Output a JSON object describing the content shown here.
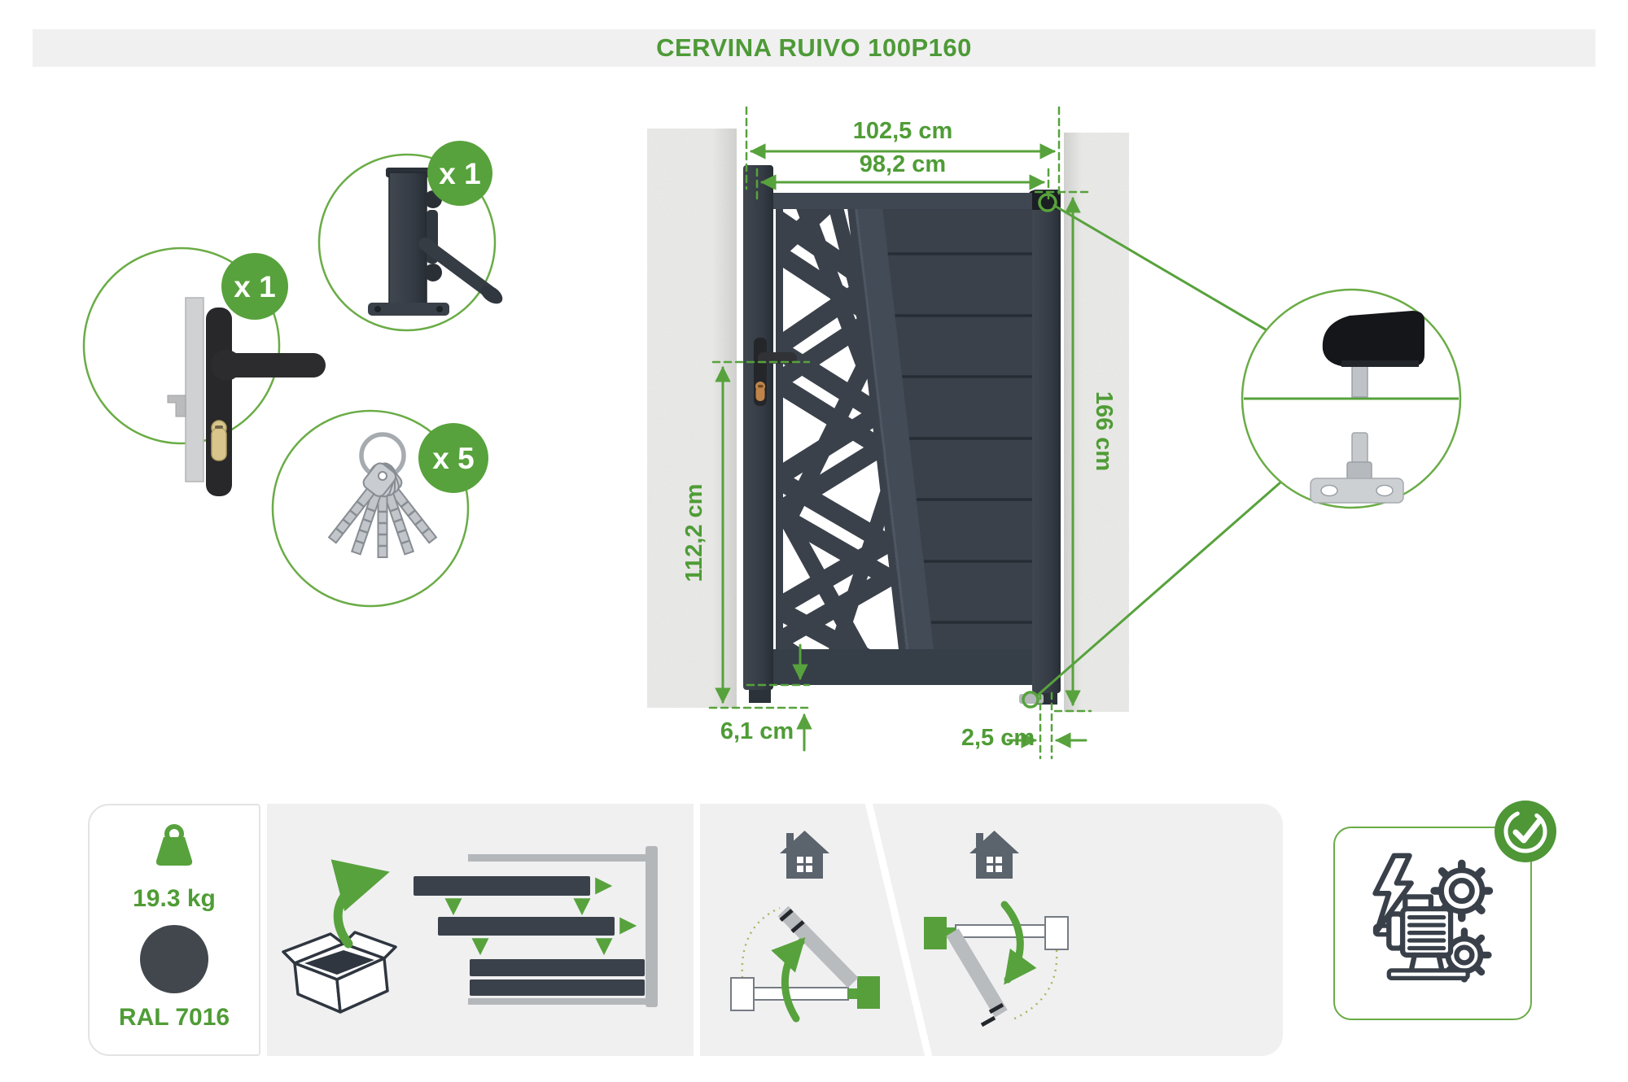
{
  "title": "CERVINA RUIVO 100P160",
  "theme": {
    "accent_green": "#57a23c",
    "text_green": "#4f9c36",
    "gate_color": "#3a414b",
    "wall_color": "#ebecea"
  },
  "dimensions": {
    "outer_width": "102,5 cm",
    "leaf_width": "98,2 cm",
    "total_height": "166 cm",
    "lock_height": "112,2 cm",
    "ground_clearance": "6,1 cm",
    "hinge_gap": "2,5 cm"
  },
  "callouts": {
    "handle_qty": "x 1",
    "latch_qty": "x 1",
    "keys_qty": "x 5"
  },
  "specs": {
    "weight": "19.3 kg",
    "color_name": "RAL 7016",
    "color_hex": "#42474d"
  }
}
